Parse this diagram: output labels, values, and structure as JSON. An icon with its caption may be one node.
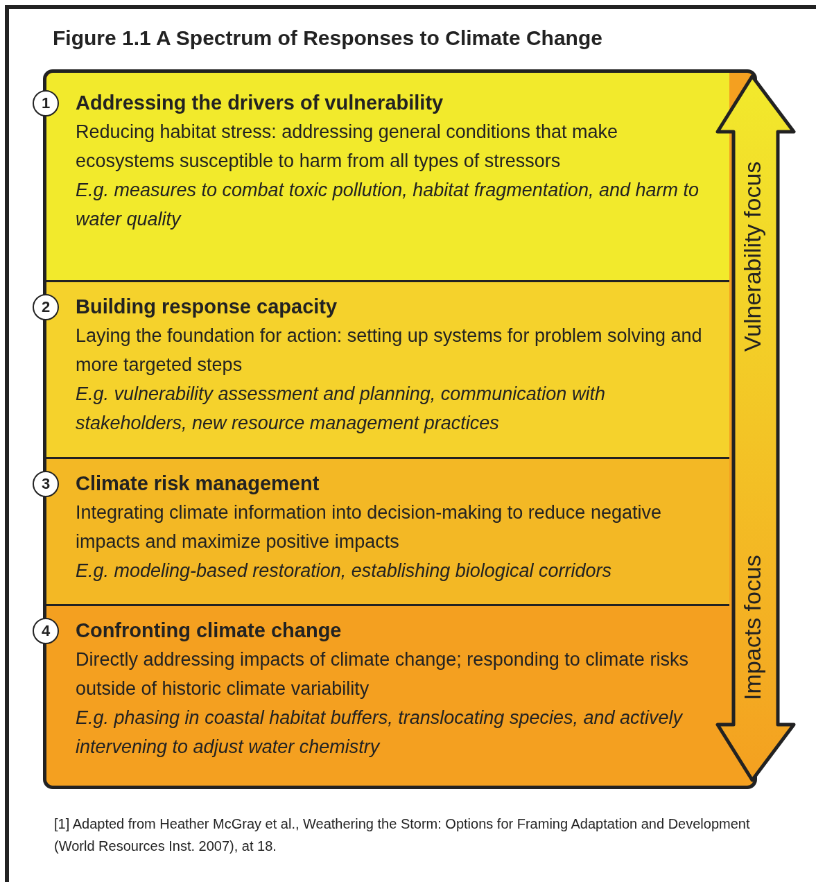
{
  "diagram": {
    "title": "Figure 1.1 A Spectrum of Responses to Climate Change",
    "caption": "[1]  Adapted from Heather McGray et al., Weathering the Storm: Options for Framing Adaptation and Development (World Resources Inst. 2007), at 18.",
    "nodes": [
      {
        "text": [
          "Addressing the drivers of vulnerability",
          "Reducing habitat stress: addressing general conditions that make ecosystems susceptible to harm from all types of stressors",
          "E.g. measures to combat toxic pollution, habitat fragmentation, and harm to water quality"
        ]
      },
      {
        "text": [
          "Building response capacity",
          "Laying the foundation for action: setting up systems for problem solving and more targeted steps",
          "E.g. vulnerability assessment and planning, communication with stakeholders, new resource management practices"
        ]
      },
      {
        "text": [
          "Climate risk management",
          "Integrating climate information into decision-making to reduce negative impacts and maximize positive impacts",
          "E.g. modeling-based restoration, establishing biological corridors"
        ]
      },
      {
        "text": [
          "Confronting climate change",
          "Directly addressing impacts of climate change; responding to climate risks outside of historic climate variability",
          "E.g. phasing in coastal habitat buffers, translocating species, and actively intervening to adjust water chemistry"
        ]
      }
    ],
    "edges": [],
    "labels": [
      "1",
      "2",
      "3",
      "4",
      "Vulnerability focus",
      "Impacts focus"
    ]
  }
}
